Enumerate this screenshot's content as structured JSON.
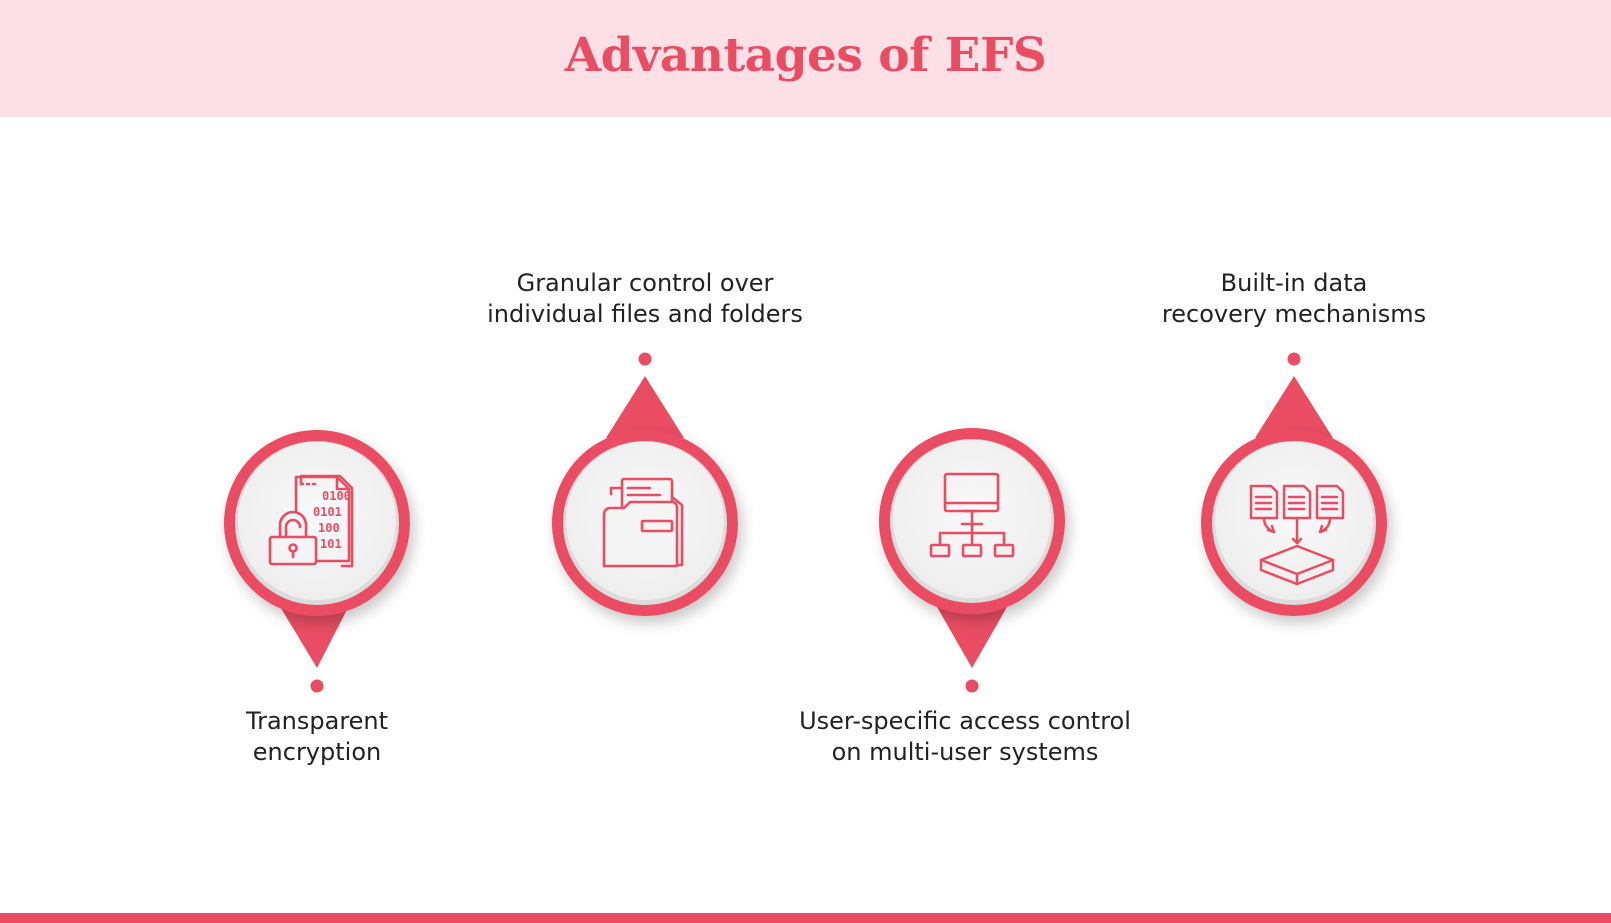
{
  "title": "Advantages of EFS",
  "colors": {
    "accent": "#ea4d63",
    "header_bg": "#fde0e5",
    "text": "#222222"
  },
  "items": [
    {
      "lines": [
        "Transparent",
        "encryption"
      ],
      "icon": "file-encryption-lock-icon",
      "pointer": "down"
    },
    {
      "lines": [
        "Granular control over",
        "individual files and folders"
      ],
      "icon": "folder-files-icon",
      "pointer": "up"
    },
    {
      "lines": [
        "User-specific access control",
        "on multi-user systems"
      ],
      "icon": "computer-network-icon",
      "pointer": "down"
    },
    {
      "lines": [
        "Built-in data",
        "recovery mechanisms"
      ],
      "icon": "data-recovery-documents-icon",
      "pointer": "up"
    }
  ]
}
